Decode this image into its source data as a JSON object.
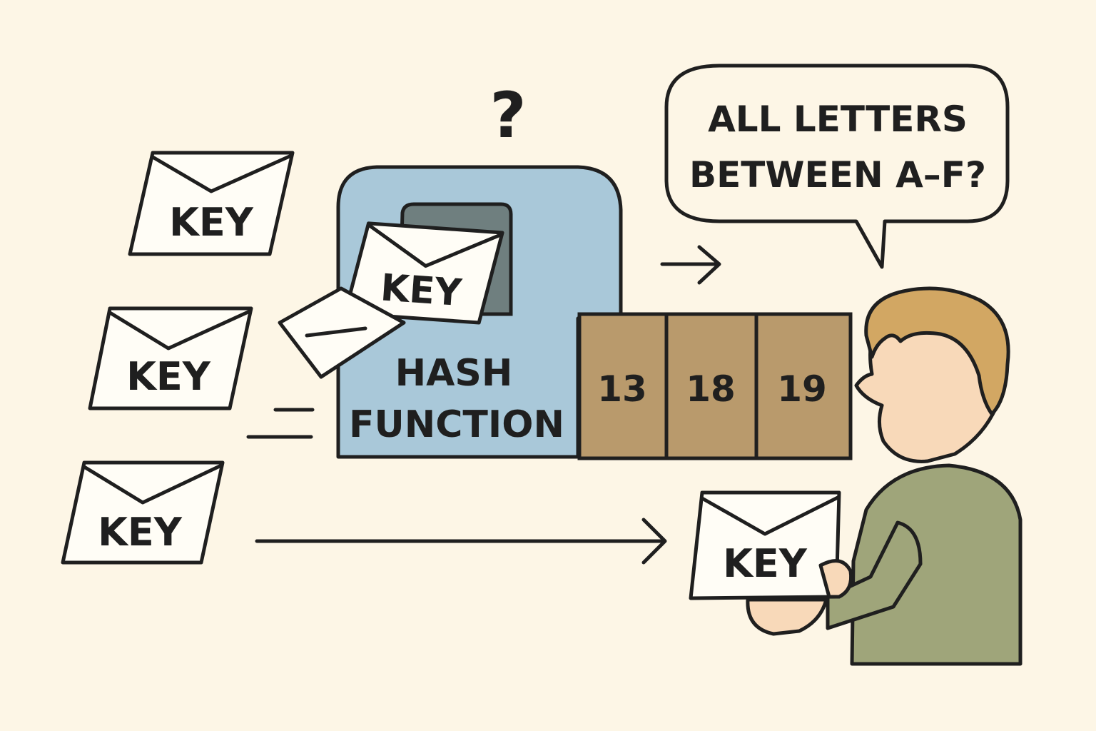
{
  "colors": {
    "background": "#fdf6e6",
    "outline": "#1f1f1f",
    "machine": "#a9c8d9",
    "slot": "#6f7f7f",
    "buckets": "#b99a6c",
    "envelope": "#fffdf6",
    "skin": "#f8d9b9",
    "hair": "#d2a763",
    "shirt": "#9fa57a"
  },
  "icons": [
    "question-mark-icon",
    "arrow-right-icon",
    "speed-lines-icon"
  ],
  "question_mark": "?",
  "envelope_label": "KEY",
  "machine_label": [
    "HASH",
    "FUNCTION"
  ],
  "buckets": [
    "13",
    "18",
    "19"
  ],
  "speech_bubble": [
    "ALL LETTERS",
    "BETWEEN A–F?"
  ]
}
